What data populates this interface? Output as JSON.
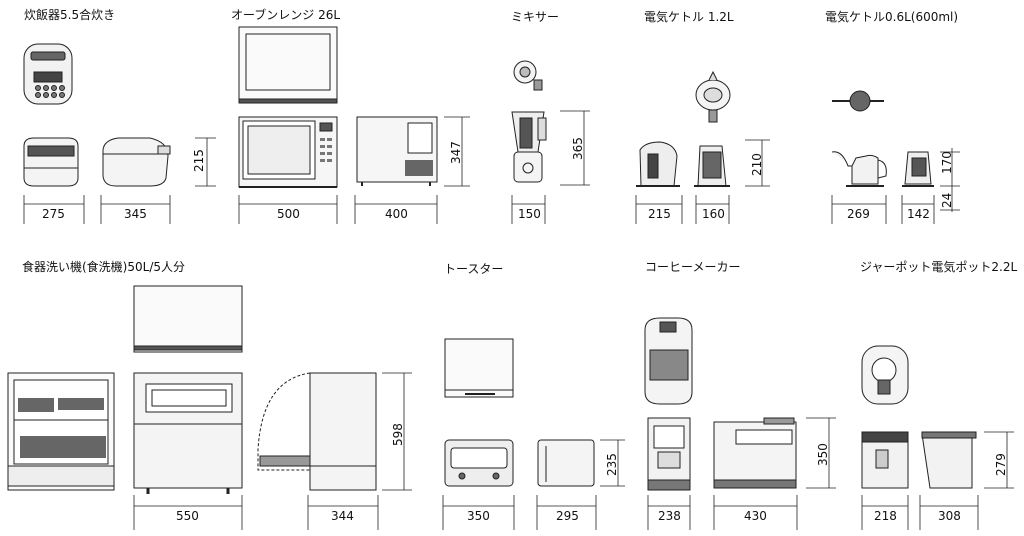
{
  "titles": {
    "rice_cooker": "炊飯器5.5合炊き",
    "oven": "オーブンレンジ 26L",
    "mixer": "ミキサー",
    "kettle12": "電気ケトル 1.2L",
    "kettle06": "電気ケトル0.6L(600ml)",
    "dishwasher": "食器洗い機(食洗機)50L/5人分",
    "toaster": "トースター",
    "coffee": "コーヒーメーカー",
    "pot": "ジャーポット電気ポット2.2L"
  },
  "dims": {
    "rc_a": "275",
    "rc_b": "345",
    "rc_h": "215",
    "ov_a": "500",
    "ov_b": "400",
    "ov_h": "347",
    "mx_a": "150",
    "mx_h": "365",
    "k12_a": "215",
    "k12_b": "160",
    "k12_h": "210",
    "k06_a": "269",
    "k06_b": "142",
    "k06_h": "170",
    "k06_h2": "24",
    "dw_a": "550",
    "dw_b": "344",
    "dw_h": "598",
    "ts_a": "350",
    "ts_b": "295",
    "ts_h": "235",
    "cf_a": "238",
    "cf_b": "430",
    "cf_h": "350",
    "pt_a": "218",
    "pt_b": "308",
    "pt_h": "279"
  }
}
